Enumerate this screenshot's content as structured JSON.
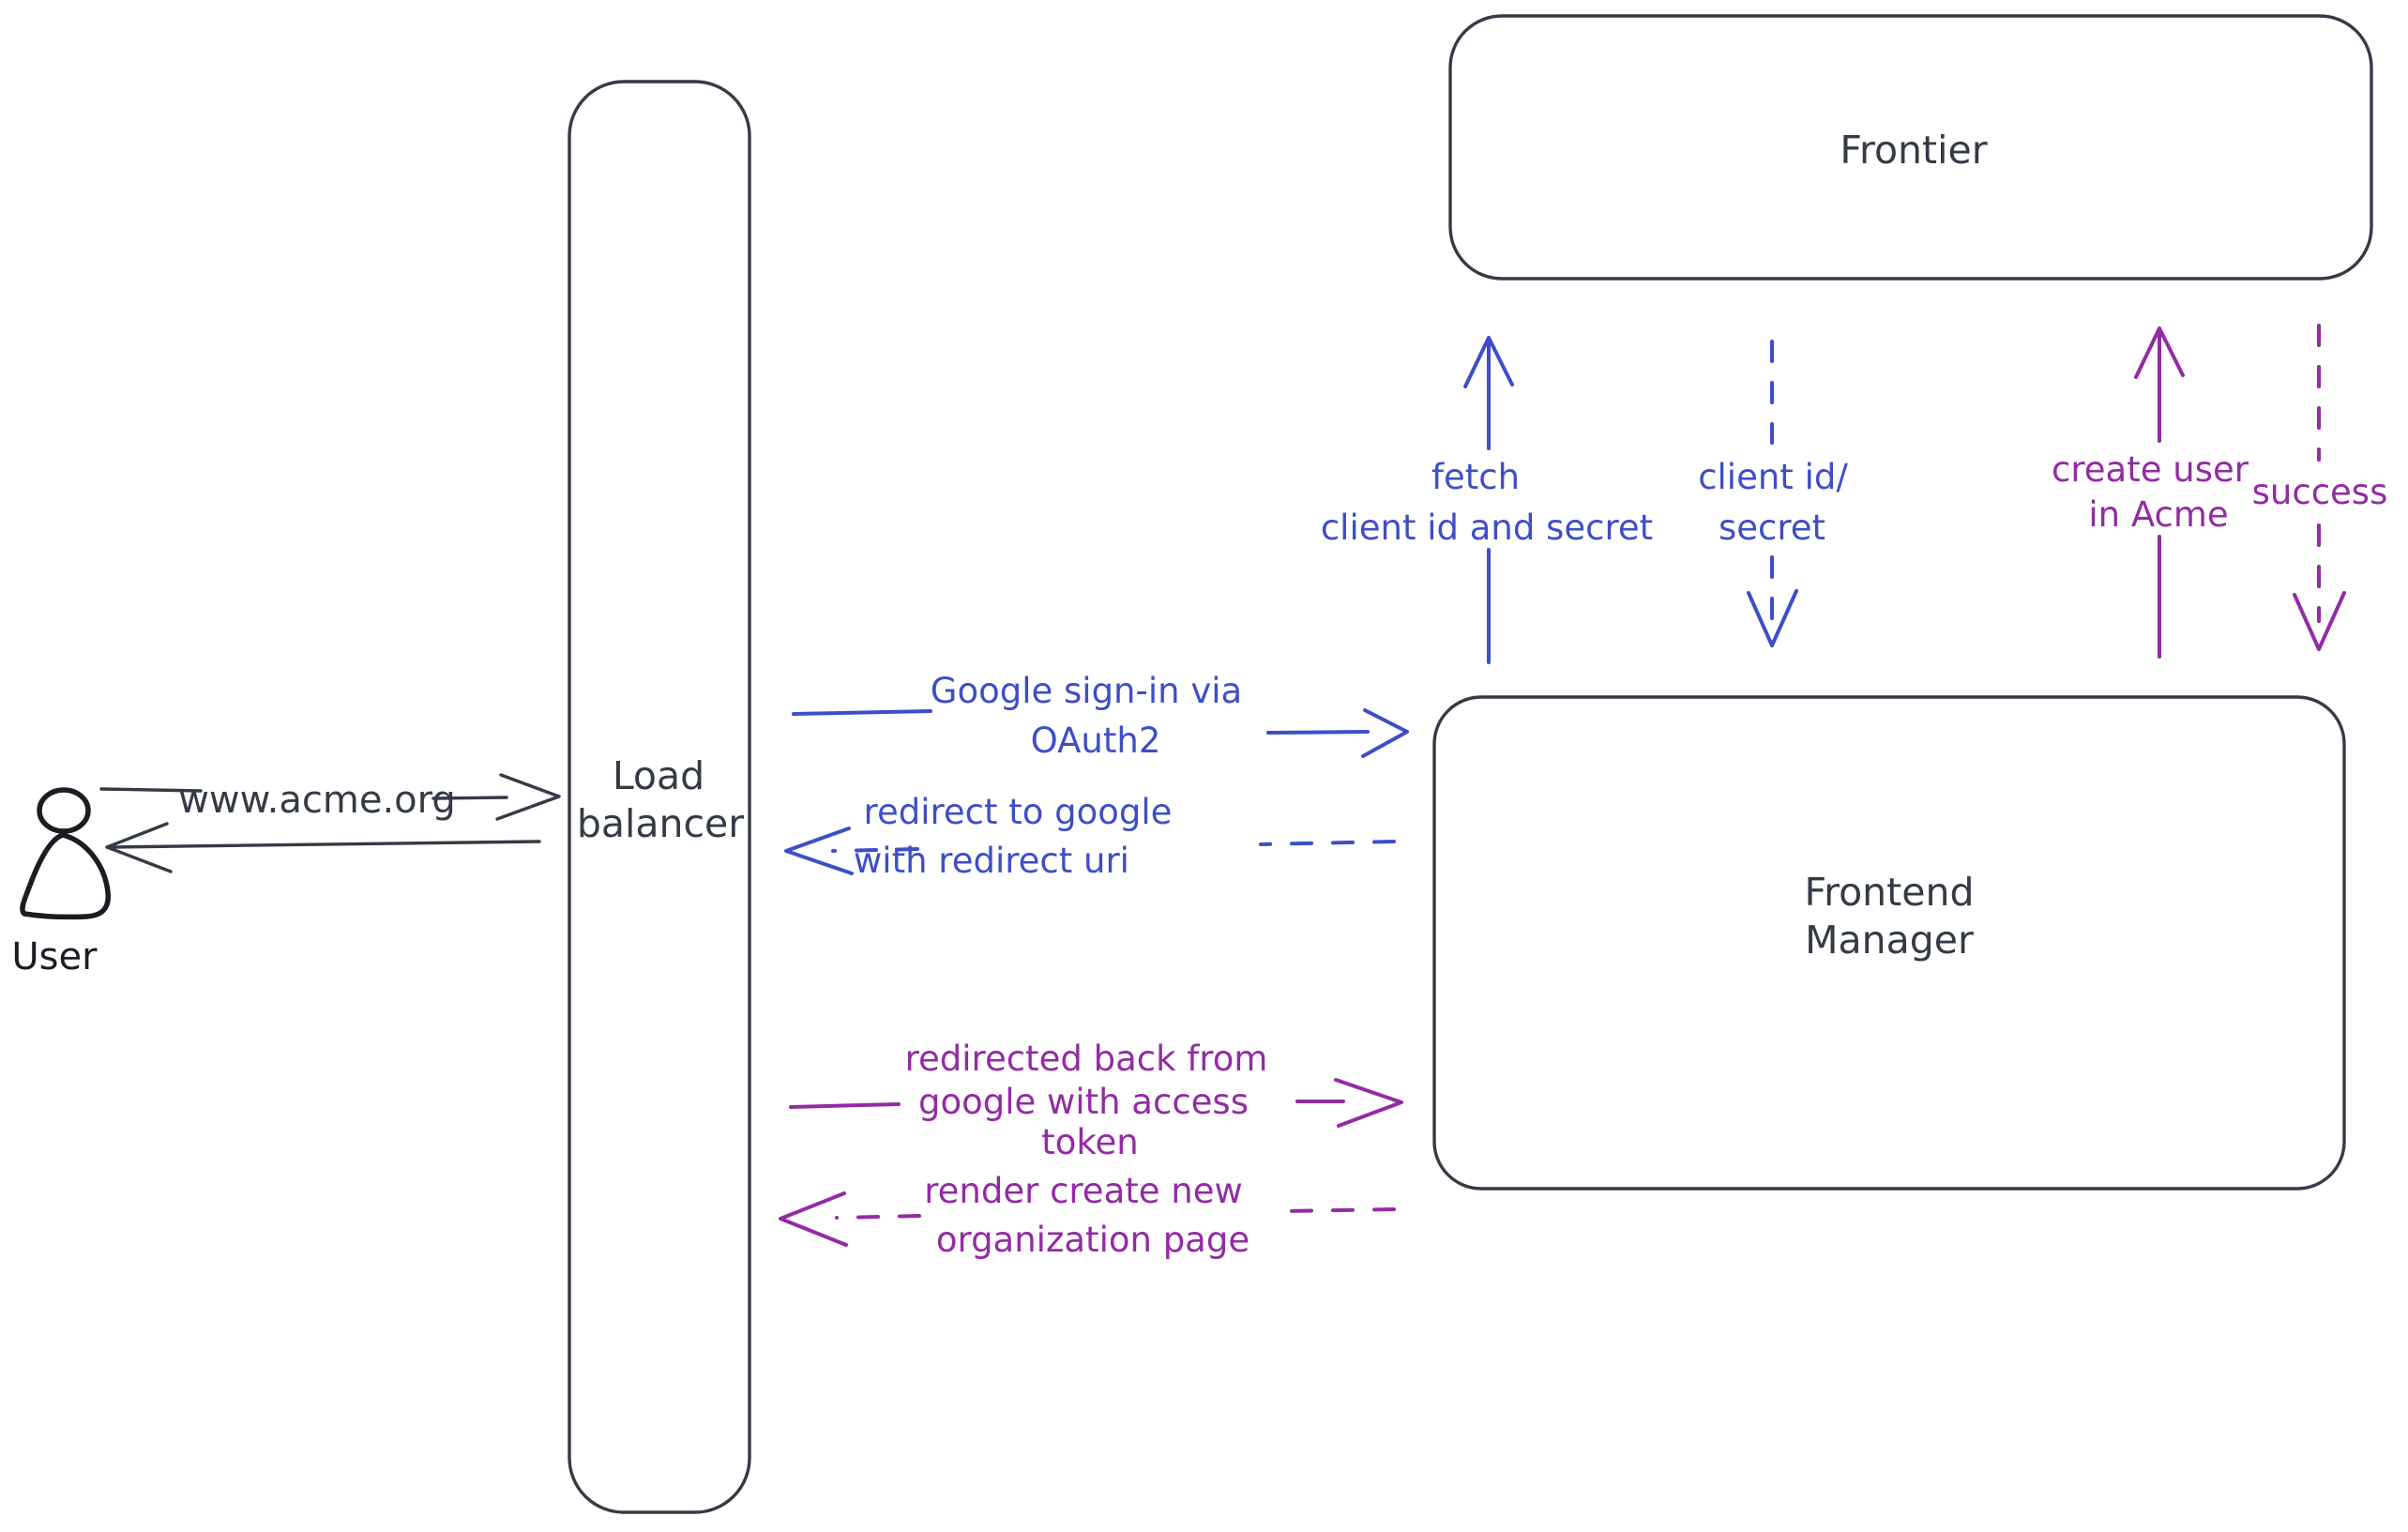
{
  "colors": {
    "ink": "#343b46",
    "figure": "#1a1d23",
    "blue": "#3e4ec7",
    "purple": "#932ba4",
    "hatch": "#c8d2de"
  },
  "nodes": {
    "user": {
      "label": "User"
    },
    "load_balancer": {
      "line1": "Load",
      "line2": "balancer"
    },
    "frontier": {
      "label": "Frontier"
    },
    "frontend_manager": {
      "line1": "Frontend",
      "line2": "Manager"
    }
  },
  "flows": {
    "user_request": {
      "label": "www.acme.org"
    },
    "google_signin": {
      "line1": "Google sign-in via",
      "line2": "OAuth2"
    },
    "redirect_to_google": {
      "line1": "redirect to google",
      "line2": "with redirect uri"
    },
    "redirected_back": {
      "line1": "redirected back from",
      "line2": "google with access",
      "line3": "token"
    },
    "render_org_page": {
      "line1": "render create new",
      "line2": "organization page"
    },
    "fetch_credentials": {
      "line1": "fetch",
      "line2": "client id and secret"
    },
    "client_id_secret": {
      "line1": "client id/",
      "line2": "secret"
    },
    "create_user": {
      "line1": "create user",
      "line2": "in Acme"
    },
    "success": {
      "label": "success"
    }
  }
}
